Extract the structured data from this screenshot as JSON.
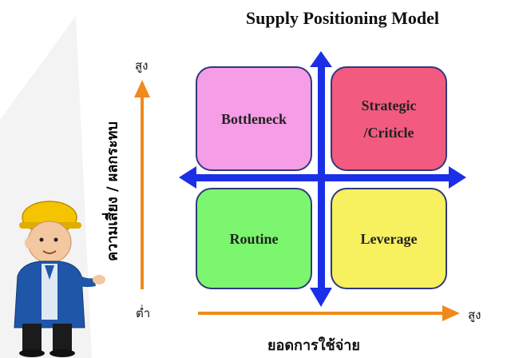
{
  "title": "Supply Positioning Model",
  "quadrants": {
    "bottleneck": "Bottleneck",
    "strategic_line1": "Strategic",
    "strategic_line2": "/Criticle",
    "routine": "Routine",
    "leverage": "Leverage"
  },
  "axes": {
    "y_title": "ความเสี่ยง / ผลกระทบ",
    "y_high": "สูง",
    "low": "ต่ำ",
    "x_high": "สูง",
    "x_title": "ยอดการใช้จ่าย"
  },
  "colors": {
    "bottleneck": "#f59de6",
    "strategic": "#f25a7f",
    "routine": "#7cf56f",
    "leverage": "#f7f05f",
    "orange_arrow": "#f08a1c",
    "blue_arrow": "#1a2fe6"
  },
  "icons": [
    "engineer-mascot-illustration"
  ]
}
